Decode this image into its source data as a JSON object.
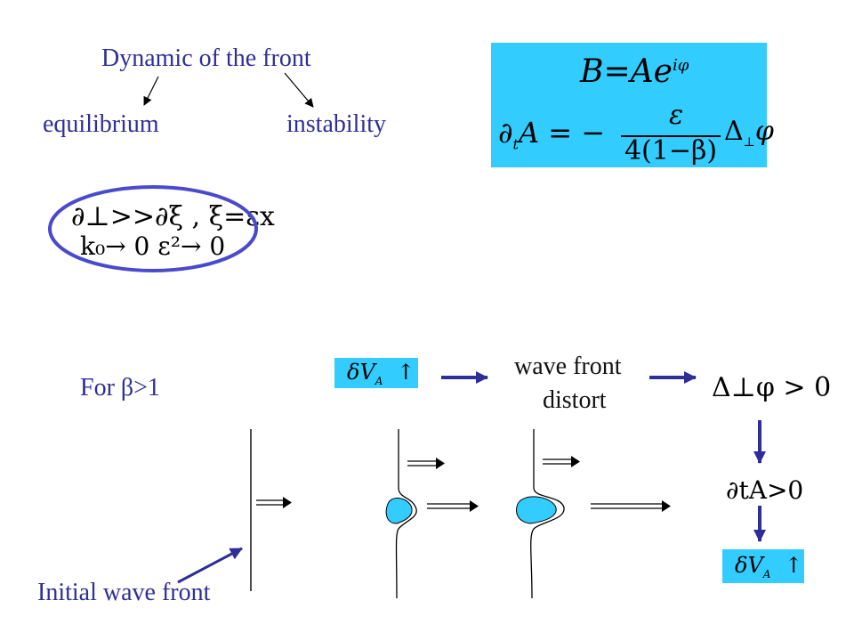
{
  "header": {
    "title": "Dynamic  of the  front",
    "left_branch": "equilibrium",
    "right_branch": "instability"
  },
  "equation_box": {
    "line1": "B=Ae^{iφ}",
    "line1_lhs": "B",
    "line1_eq": "=",
    "line1_rhs": "Ae",
    "line1_sup": "iφ",
    "line2_lhs": "∂",
    "line2_sub": "t",
    "line2_mid": "A = −",
    "frac_num": "ε",
    "frac_den": "4(1−β)",
    "line2_rhs": "Δ",
    "line2_rhs_sub": "⊥",
    "line2_end": "φ"
  },
  "condition_oval": {
    "row1": "∂⊥>>∂ξ ,  ξ=εx",
    "row2": "k₀→ 0     ε²→ 0"
  },
  "beta_label": "For  β>1",
  "flow": {
    "box1": "δV",
    "box1_sub": "A",
    "box1_arrow": "↑",
    "middle_line1": "wave front",
    "middle_line2": "distort",
    "result1": "Δ⊥φ > 0",
    "result2": "∂tA>0",
    "box2": "δV",
    "box2_sub": "A",
    "box2_arrow": "↑"
  },
  "initial_label": "Initial wave front",
  "colors": {
    "accent_blue": "#2e2e99",
    "box_fill": "#33ccff",
    "arrow": "#2e2e99"
  }
}
